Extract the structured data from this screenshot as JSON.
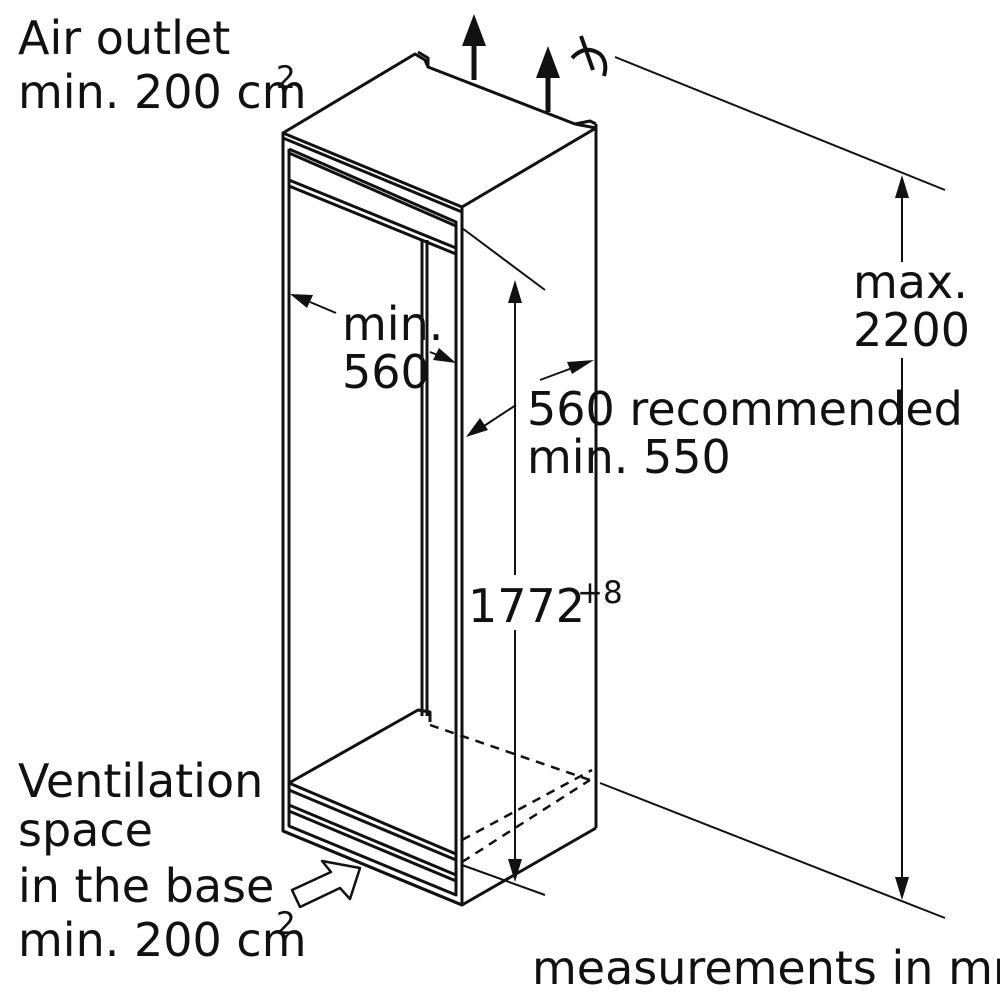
{
  "labels": {
    "air_outlet_title": "Air outlet",
    "air_outlet_min": "min. 200 cm",
    "air_outlet_exp": "2",
    "width_min": "min.",
    "width_value": "560",
    "depth_recommended": "560 recommended",
    "depth_min": "min. 550",
    "height_max": "max.",
    "height_max_value": "2200",
    "niche_height": "1772",
    "niche_tolerance": "+8",
    "vent_line1": "Ventilation",
    "vent_line2": "space",
    "vent_line3": "in the base",
    "vent_min": "min. 200 cm",
    "vent_exp": "2",
    "units_note": "measurements in mm"
  },
  "colors": {
    "ink": "#111111",
    "background": "#ffffff"
  },
  "icons": [
    "air-outlet-arrow-icon",
    "ventilation-inlet-arrow-icon",
    "no-obstruction-symbol-icon"
  ]
}
